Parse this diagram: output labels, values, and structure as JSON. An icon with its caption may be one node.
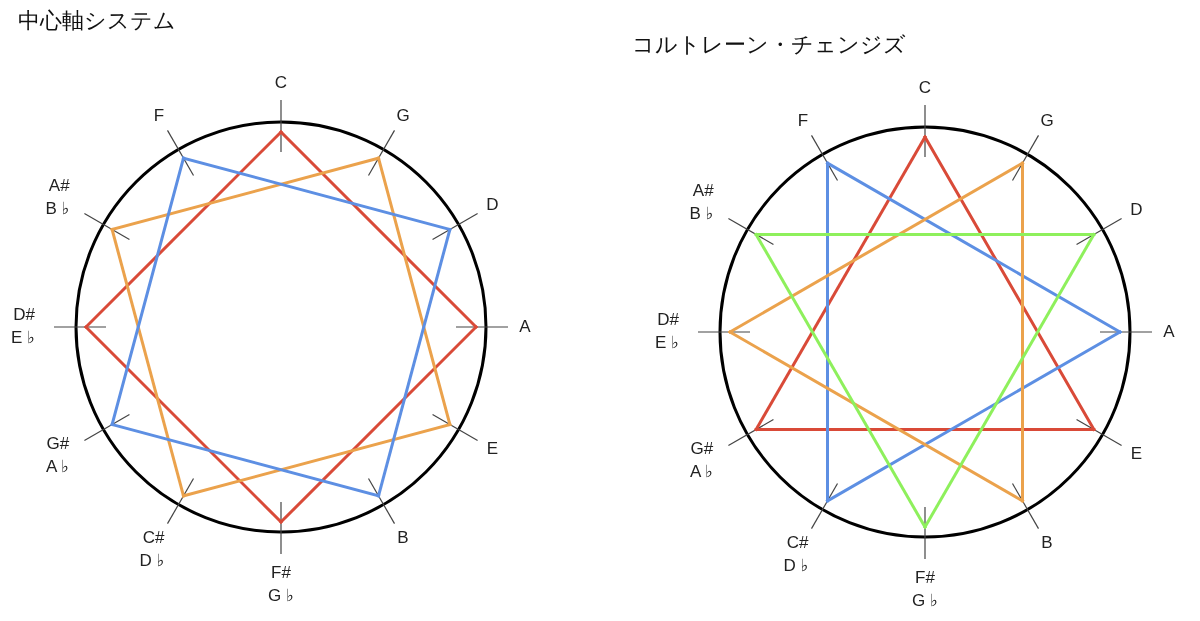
{
  "diagram": {
    "nodes": [
      {
        "text": [
          "C"
        ]
      },
      {
        "text": [
          "G"
        ]
      },
      {
        "text": [
          "D"
        ]
      },
      {
        "text": [
          "A"
        ]
      },
      {
        "text": [
          "E"
        ]
      },
      {
        "text": [
          "B"
        ]
      },
      {
        "text": [
          "F#",
          "G ♭"
        ]
      },
      {
        "text": [
          "C#",
          "D ♭"
        ]
      },
      {
        "text": [
          "G#",
          "A ♭"
        ]
      },
      {
        "text": [
          "D#",
          "E ♭"
        ]
      },
      {
        "text": [
          "A#",
          "B ♭"
        ]
      },
      {
        "text": [
          "F"
        ]
      },
      {
        "text": [
          "C"
        ]
      },
      {
        "text": [
          "G"
        ]
      },
      {
        "text": [
          "D"
        ]
      },
      {
        "text": [
          "A"
        ]
      },
      {
        "text": [
          "E"
        ]
      },
      {
        "text": [
          "B"
        ]
      },
      {
        "text": [
          "F#",
          "G ♭"
        ]
      },
      {
        "text": [
          "C#",
          "D ♭"
        ]
      },
      {
        "text": [
          "G#",
          "A ♭"
        ]
      },
      {
        "text": [
          "D#",
          "E ♭"
        ]
      },
      {
        "text": [
          "A#",
          "B ♭"
        ]
      },
      {
        "text": [
          "F"
        ]
      }
    ],
    "edges": [
      {
        "from": 0,
        "to": 3,
        "arrow": "none",
        "color": "#d94a38"
      },
      {
        "from": 3,
        "to": 6,
        "arrow": "none",
        "color": "#d94a38"
      },
      {
        "from": 6,
        "to": 9,
        "arrow": "none",
        "color": "#d94a38"
      },
      {
        "from": 9,
        "to": 0,
        "arrow": "none",
        "color": "#d94a38"
      },
      {
        "from": 1,
        "to": 4,
        "arrow": "none",
        "color": "#eba24c"
      },
      {
        "from": 4,
        "to": 7,
        "arrow": "none",
        "color": "#eba24c"
      },
      {
        "from": 7,
        "to": 10,
        "arrow": "none",
        "color": "#eba24c"
      },
      {
        "from": 10,
        "to": 1,
        "arrow": "none",
        "color": "#eba24c"
      },
      {
        "from": 11,
        "to": 2,
        "arrow": "none",
        "color": "#5d8fe3"
      },
      {
        "from": 2,
        "to": 5,
        "arrow": "none",
        "color": "#5d8fe3"
      },
      {
        "from": 5,
        "to": 8,
        "arrow": "none",
        "color": "#5d8fe3"
      },
      {
        "from": 8,
        "to": 11,
        "arrow": "none",
        "color": "#5d8fe3"
      },
      {
        "from": 12,
        "to": 16,
        "arrow": "none",
        "color": "#d94a38"
      },
      {
        "from": 16,
        "to": 20,
        "arrow": "none",
        "color": "#d94a38"
      },
      {
        "from": 20,
        "to": 12,
        "arrow": "none",
        "color": "#d94a38"
      },
      {
        "from": 23,
        "to": 15,
        "arrow": "none",
        "color": "#5d8fe3"
      },
      {
        "from": 15,
        "to": 19,
        "arrow": "none",
        "color": "#5d8fe3"
      },
      {
        "from": 19,
        "to": 23,
        "arrow": "none",
        "color": "#5d8fe3"
      },
      {
        "from": 13,
        "to": 17,
        "arrow": "none",
        "color": "#eba24c"
      },
      {
        "from": 17,
        "to": 21,
        "arrow": "none",
        "color": "#eba24c"
      },
      {
        "from": 21,
        "to": 13,
        "arrow": "none",
        "color": "#eba24c"
      },
      {
        "from": 22,
        "to": 14,
        "arrow": "none",
        "color": "#8ef05c"
      },
      {
        "from": 14,
        "to": 18,
        "arrow": "none",
        "color": "#8ef05c"
      },
      {
        "from": 18,
        "to": 22,
        "arrow": "none",
        "color": "#8ef05c"
      }
    ],
    "labels": [
      "中心軸システム",
      "コルトレーン・チェンジズ"
    ]
  }
}
